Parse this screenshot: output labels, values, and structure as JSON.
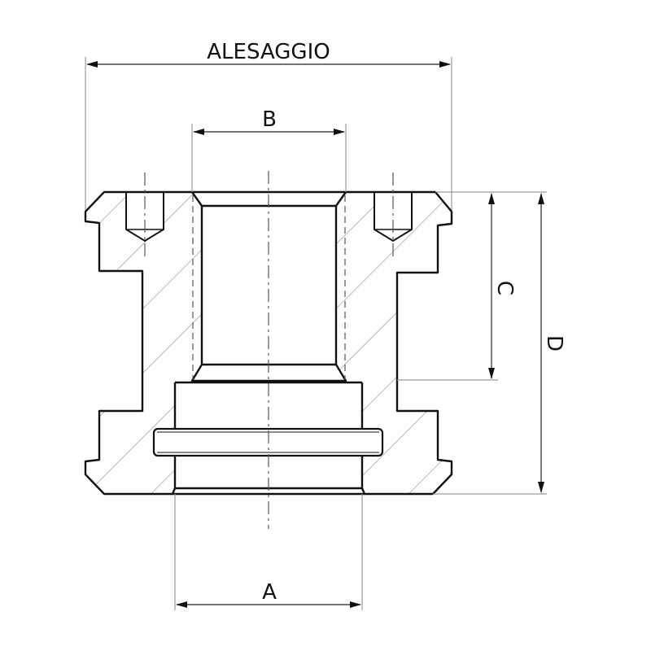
{
  "drawing": {
    "type": "technical cross-section",
    "colors": {
      "outline": "#111111",
      "dimension": "#222222",
      "extension": "#9a9a9a",
      "hatch": "#8a8a8a",
      "background": "#ffffff"
    }
  },
  "dimensions": {
    "alesaggio": {
      "label": "ALESAGGIO"
    },
    "a": {
      "label": "A"
    },
    "b": {
      "label": "B"
    },
    "c": {
      "label": "C"
    },
    "d": {
      "label": "D"
    }
  }
}
